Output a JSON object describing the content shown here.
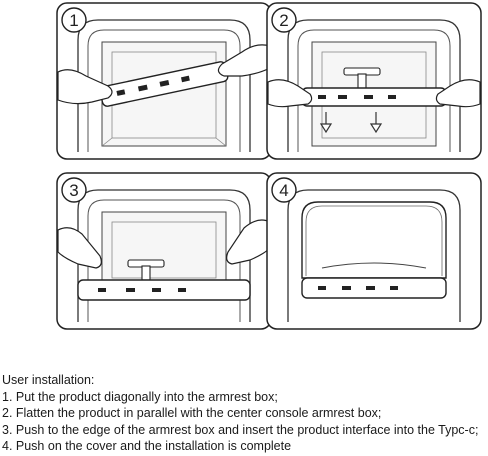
{
  "steps": [
    {
      "number": "1"
    },
    {
      "number": "2"
    },
    {
      "number": "3"
    },
    {
      "number": "4"
    }
  ],
  "instructions": {
    "heading": "User installation:",
    "lines": [
      "1. Put the product diagonally into the armrest box;",
      "2. Flatten the product in parallel with the center console armrest box;",
      "3. Push to the edge of the armrest box and insert the product interface into the Typc-c;",
      "4. Push on the cover and the installation is complete"
    ]
  }
}
